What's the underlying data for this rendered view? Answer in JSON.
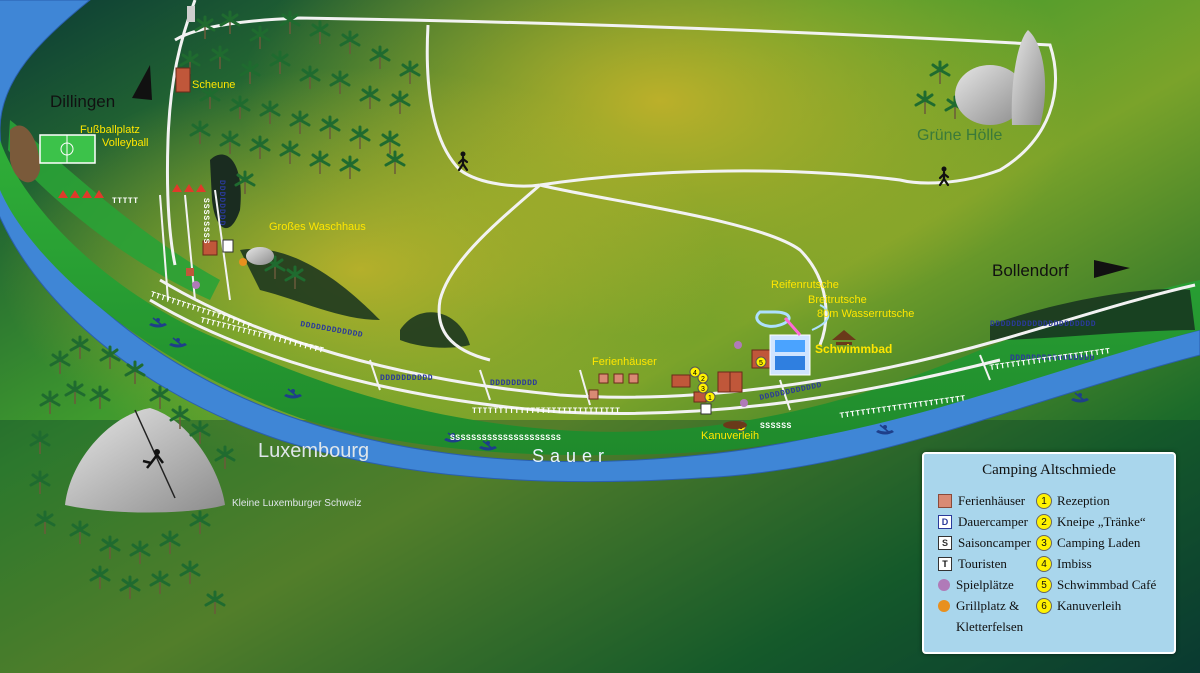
{
  "map": {
    "places": {
      "dillingen": "Dillingen",
      "bollendorf": "Bollendorf",
      "luxembourg": "Luxembourg",
      "river": "Sauer",
      "cave": "Grüne Hölle",
      "rock_area": "Kleine Luxemburger Schweiz"
    },
    "facilities": {
      "scheune": "Scheune",
      "football": "Fußballplatz",
      "volleyball": "Volleyball",
      "waschhaus": "Großes Waschhaus",
      "ferienhaeuser": "Ferienhäuser",
      "reifenrutsche": "Reifenrutsche",
      "breitrutsche": "Breitrutsche",
      "wasserrutsche": "80m Wasserrutsche",
      "schwimmbad": "Schwimmbad",
      "kanuverleih": "Kanuverleih"
    },
    "pitch_rows": {
      "d_row_east": "DDDDDDDDDDDDDDDDDDDD",
      "d_row_east2": "DDDDDDDDDDDDDDDD",
      "d_row_far": "DDDDDDDDDDDD",
      "t_row_east": "TTTTTTTTTTTTTTTTTTTTTTTT",
      "t_row_east2": "TTTTTTTTTTTTTTTTTTTTTTT",
      "t_row_river": "TTTTTTTTTTTTTTTTTTTTTTTTTTTT",
      "s_row_river": "SSSSSSSSSSSSSSSSSSSSS",
      "s_row_kanu": "SSSSSS",
      "d_row_mid": "DDDDDDDDDD",
      "d_row_mid2": "DDDDDDDDD",
      "t_row_west": "TTTTTTTTTTTTTTTTTTTTTTTT",
      "t_row_west2": "TTTTTTTTTTTTTTTTTTTT",
      "d_row_west": "DDDDDDDDDDDD",
      "s_col_west": "SSSSSSSS",
      "d_col_west": "DDDDDDDD",
      "t_col_west": "TTTTT"
    },
    "colors": {
      "river": "#3f86d6",
      "meadow": "#2fae38",
      "path": "#f2f2f2",
      "label_yellow": "#ffe600"
    }
  },
  "legend": {
    "title": "Camping Altschmiede",
    "symbols": [
      {
        "icon": "square-brown-icon",
        "label": "Ferienhäuser"
      },
      {
        "icon": "D",
        "label": "Dauercamper"
      },
      {
        "icon": "S",
        "label": "Saisoncamper"
      },
      {
        "icon": "T",
        "label": "Touristen"
      },
      {
        "icon": "purple-dot-icon",
        "label": "Spielplätze"
      },
      {
        "icon": "orange-dot-icon",
        "label": "Grillplatz &"
      },
      {
        "icon": "",
        "label": "Kletterfelsen"
      }
    ],
    "numbered": [
      {
        "num": "1",
        "label": "Rezeption"
      },
      {
        "num": "2",
        "label": "Kneipe „Tränke“"
      },
      {
        "num": "3",
        "label": "Camping Laden"
      },
      {
        "num": "4",
        "label": "Imbiss"
      },
      {
        "num": "5",
        "label": "Schwimmbad Café"
      },
      {
        "num": "6",
        "label": "Kanuverleih"
      }
    ]
  }
}
